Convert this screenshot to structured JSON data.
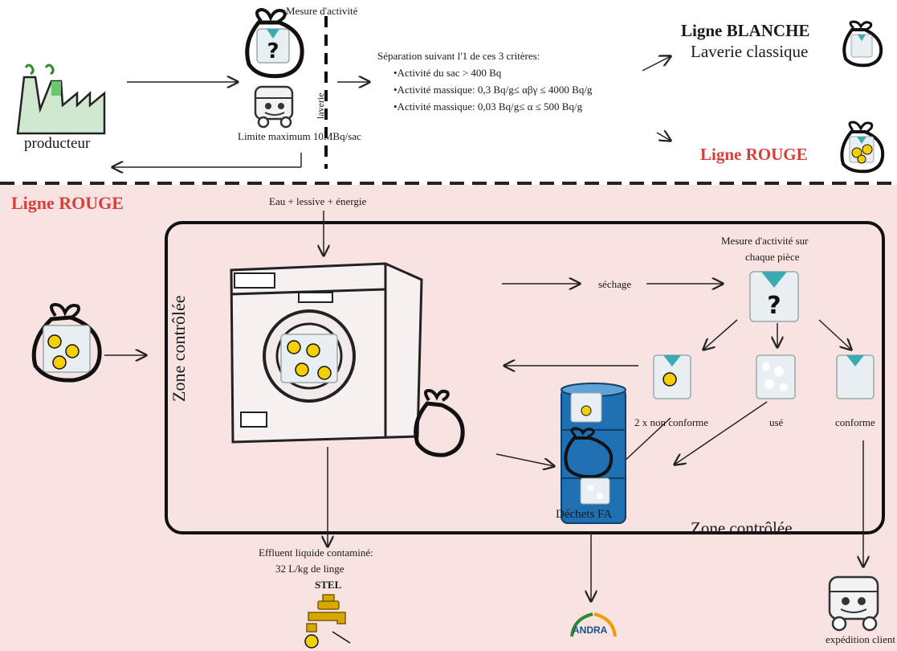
{
  "top": {
    "producer_label": "producteur",
    "activity_measure_label": "Mesure d'activité",
    "laundry_vertical_label": "laverie",
    "max_limit_label": "Limite maximum 10MBq/sac",
    "separation_title": "Séparation suivant l'1 de ces 3  critères:",
    "criteria": [
      "•Activité du sac > 400 Bq",
      "•Activité massique: 0,3 Bq/g≤ αβγ ≤ 4000 Bq/g",
      "•Activité massique: 0,03 Bq/g≤ α ≤ 500 Bq/g"
    ],
    "white_line_title": "Ligne BLANCHE",
    "white_line_subtitle": "Laverie classique",
    "red_line_title": "Ligne ROUGE"
  },
  "bottom": {
    "panel_title": "Ligne ROUGE",
    "inputs_label": "Eau + lessive + énergie",
    "zone_vertical_label": "Zone contrôlée",
    "zone_bottom_label": "Zone contrôlée",
    "drying_label": "séchage",
    "measure_each_piece_line1": "Mesure d'activité sur",
    "measure_each_piece_line2": "chaque pièce",
    "twice_nonconform_label": "2 x non conforme",
    "worn_label": "usé",
    "conform_label": "conforme",
    "waste_label": "Déchets FA",
    "effluent_line1": "Effluent liquide contaminé:",
    "effluent_line2": "32 L/kg de linge",
    "stel_label": "STEL",
    "andra_label": "ANDRA",
    "shipping_label": "expédition client"
  },
  "colors": {
    "red_title": "#d6403a",
    "panel_bg": "#f8e2e2",
    "barrel_blue": "#1f6fb3",
    "radiation_yellow": "#f4d000",
    "tap_gold": "#d9a800"
  }
}
